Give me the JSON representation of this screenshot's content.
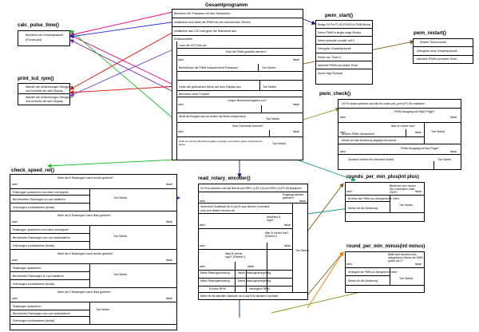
{
  "blocks": {
    "main": {
      "title": "Gesamtprogramm",
      "rows": [
        "Berechne die Pulsdauer mit den Startwerten",
        "Initialisiere und starte die PWM mit den berechneten Werten",
        "Initialisiere das LCD und gebe die Startwerte aus",
        "Endlosschleife",
        "Lese die I/O Ports ein",
        "Darf die PWM gestiftet werden?",
        "Beeinflusse die PWM entsprechend Putsbuser",
        "Tue Nichts",
        "Gebe die geänderten Werte auf dem Display aus",
        "Tue Nichts",
        "Berechne neue Pulszeit",
        "Liegen Benutzereingaben vor?",
        "Werte die Eingabe aus und ändere die Werte entsprechend",
        "Tue Nichts",
        "Sind Drehstufe erreicht?",
        "Prüfe ob mehrere Benutzereingaben anfolgen und sichere diese entsprechend ab/ein",
        "Tue Nichts"
      ]
    },
    "calc_pulse": {
      "title": "calc_pulse_time()",
      "rows": [
        "Berechne die Gesamtpulszeit",
        "(Formel plot)"
      ]
    },
    "print_rpm": {
      "title": "print_lcd_rpm()",
      "rows": [
        "Wandle die Umdrehungen Stringwert",
        "und schreibe sie aufs Display",
        "Wandle die Umdrehungen Stringwert",
        "und schreibe sie aufs Display"
      ]
    },
    "pwm_start": {
      "title": "pwm_start()",
      "rows": [
        "Belege I/O Pin PC.05 (PD0E0) in PWM-Modus",
        "Setze PWM in single-edge Modus",
        "Setze prescale counter auf 0",
        "Übergebe Gesamtpulszeit",
        "Reset von Timer 0",
        "Aktiviere PWM und starte Timer",
        "Setze High-Pulszeit"
      ]
    },
    "pwm_restart": {
      "title": "pwm_restart()",
      "rows": [
        "Resete Timercounter",
        "Übergebe neue Gesamtpulszeit",
        "Aktiviere PWM und starte Timer"
      ]
    },
    "pwm_check": {
      "title": "pwm_check()",
      "rows": [
        "I/O Pin status speichern und alle Ein-/usser port_prom (PC.05) maskieren",
        "PWM Ausgang auf High-Pegel?",
        "War er vorher low?",
        "Ändere PWM-Gesamtzeit",
        "Tue Nichts",
        "Merke dir das Änderung abgeglichet wurde",
        "PWM Ausgang auf low Pegel?",
        "Zustand merken für nächsten Aufruf",
        "Tue Nichts"
      ]
    },
    "speed_rel": {
      "title": "check_speed_rel()",
      "rows": [
        "Mehr als 6 Rastungen nach rechts gedreht?",
        "Rastungen quadrieren und dann verdoppeln",
        "Berechneten Rastungen zu rpm addieren",
        "Tue Nichts",
        "Drehungen zurücksetzen (break)",
        "Mehr als 6 Rastungen nach links gedreht?",
        "Rastungen quadrieren und dann verdoppeln",
        "Berechnete Rastungen von rpm subtrahieren",
        "Tue Nichts",
        "Drehungen zurücksetzen (break)",
        "Mehr als 3 Rastungen nach rechts gedreht?",
        "Rastungen quadrieren",
        "Berechnete Rastungen zu rpm addieren",
        "Tue Nichts",
        "Drehungen zurücksetzen (break)",
        "Mehr als 3 Rastungen nach links gedreht?",
        "Rastungen quadrieren",
        "Berechnete Rastungen von rpm subtrahieren",
        "Tue Nichts",
        "Drehungen zurücksetzen (break)"
      ]
    },
    "rotary": {
      "title": "read_rotary_encoder()",
      "rows": [
        "I/O Pins speichern und alle Bits bis auf DREH_A (P0.19) und DREH_B (P0.18) Maskieren",
        "Eingangszustände geändert?",
        "Speichere Zustände für A und B aus diesem Durchlauf",
        "und vom letzten einzeln ab",
        "aktuelles A high?",
        "War B vorher low? (Flanke?)",
        "Was B vorher high? (Flanke?)",
        "Merke Rastungserhöhung",
        "Merke Rastungsverringerung",
        "Merke Rastungserhöhung",
        "Merke Rastungsverringerung",
        "Erhöhe RPM",
        "Verringere RPM",
        "Merke dir die aktuellen Zustände von A und B für nächsten Durchlauf",
        "Tue Nichts"
      ]
    },
    "rpm_plus": {
      "title": "rounds_per_min_plus(int plus)",
      "rows": [
        "Bleibt bei den neuen Ein-/usselwert unter 2500?",
        "Erhöhe die PWM um übergebenen Wert",
        "Tue Nichts",
        "Merke dir die Änderung"
      ]
    },
    "rpm_minus": {
      "title": "round_per_min_minus(int minus)",
      "rows": [
        "Bleibt beim abziehen des übergebenen Wertes die PWM größer als 0?",
        "Verringere die PWM um übergebenen Wert",
        "Tue Nichts",
        "Merke dir die Änderung"
      ]
    }
  },
  "branch_labels": {
    "yes": "wahr",
    "no": "falsch"
  },
  "colors": {
    "magenta": "#e6007e",
    "blue": "#1f2fd6",
    "red": "#e01010",
    "purple": "#7a1fa2",
    "green": "#10c020",
    "brown": "#7a5a10",
    "orange": "#ff7a00",
    "dkblue": "#101a80",
    "teal": "#149a8a",
    "olive": "#8a8a10",
    "violet": "#6a3cd0"
  }
}
